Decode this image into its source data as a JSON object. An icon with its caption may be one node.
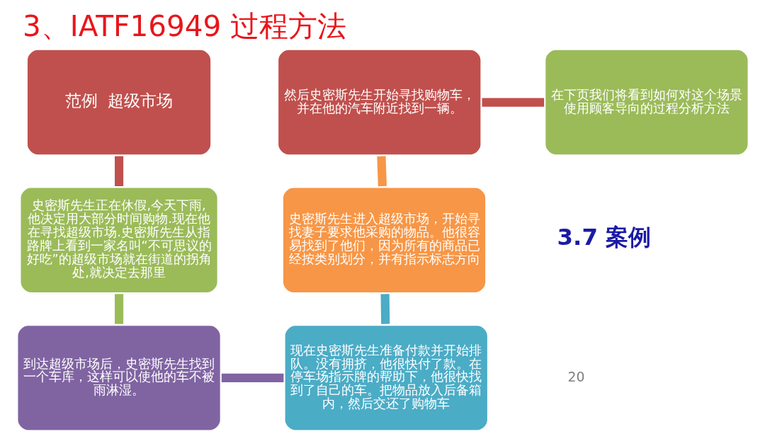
{
  "diagram": {
    "title": "3、IATF16949 过程方法",
    "nodes": [
      {
        "text": [
          "范例  超级市场"
        ]
      },
      {
        "text": [
          "史密斯先生正在休假,今天下雨,他决定用大部分时间购物.现在他在寻找超级市场.史密斯先生从指路牌上看到一家名叫“不可思议的好吃”的超级市场就在街道的拐角处,就决定去那里"
        ]
      },
      {
        "text": [
          "到达超级市场后，史密斯先生找到一个车库，这样可以使他的车不被雨淋湿。"
        ]
      },
      {
        "text": [
          "现在史密斯先生准备付款并开始排队。没有拥挤，他很快付了款。在停车场指示牌的帮助下，他很快找到了自己的车。把物品放入后备箱内，然后交还了购物车"
        ]
      },
      {
        "text": [
          "史密斯先生进入超级市场，开始寻找妻子要求他采购的物品。他很容易找到了他们，因为所有的商品已经按类别划分，并有指示标志方向"
        ]
      },
      {
        "text": [
          "然后史密斯先生开始寻找购物车，并在他的汽车附近找到一辆。"
        ]
      },
      {
        "text": [
          "在下页我们将看到如何对这个场景使用顾客导向的过程分析方法"
        ]
      }
    ],
    "edges": [
      {
        "from": 0,
        "to": 1,
        "arrow": "none",
        "color": "#c0504d"
      },
      {
        "from": 1,
        "to": 2,
        "arrow": "none",
        "color": "#9bbb59"
      },
      {
        "from": 2,
        "to": 3,
        "arrow": "none",
        "color": "#8064a2"
      },
      {
        "from": 3,
        "to": 4,
        "arrow": "none",
        "color": "#4bacc6"
      },
      {
        "from": 4,
        "to": 5,
        "arrow": "none",
        "color": "#f79646"
      },
      {
        "from": 5,
        "to": 6,
        "arrow": "none",
        "color": "#c0504d"
      }
    ],
    "labels": [
      "3.7 案例",
      "20"
    ]
  }
}
